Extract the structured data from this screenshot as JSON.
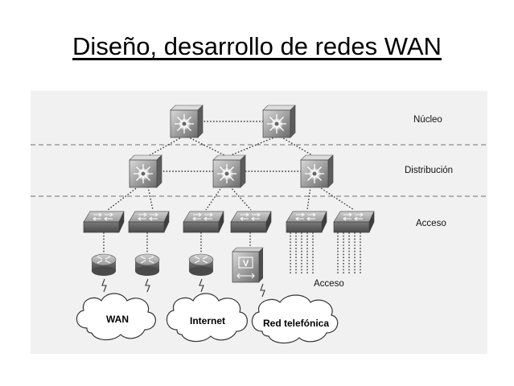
{
  "title": "Diseño, desarrollo de redes WAN",
  "layers": {
    "core": "Núcleo",
    "distribution": "Distribución",
    "access": "Acceso"
  },
  "access_label": "Acceso",
  "clouds": {
    "wan": "WAN",
    "internet": "Internet",
    "phone": "Red telefónica"
  },
  "colors": {
    "panel": "#f1f1f1",
    "device_dark": "#5e5e5e",
    "device_light": "#b7b7b7",
    "dashed_line": "#8a8a8a"
  }
}
